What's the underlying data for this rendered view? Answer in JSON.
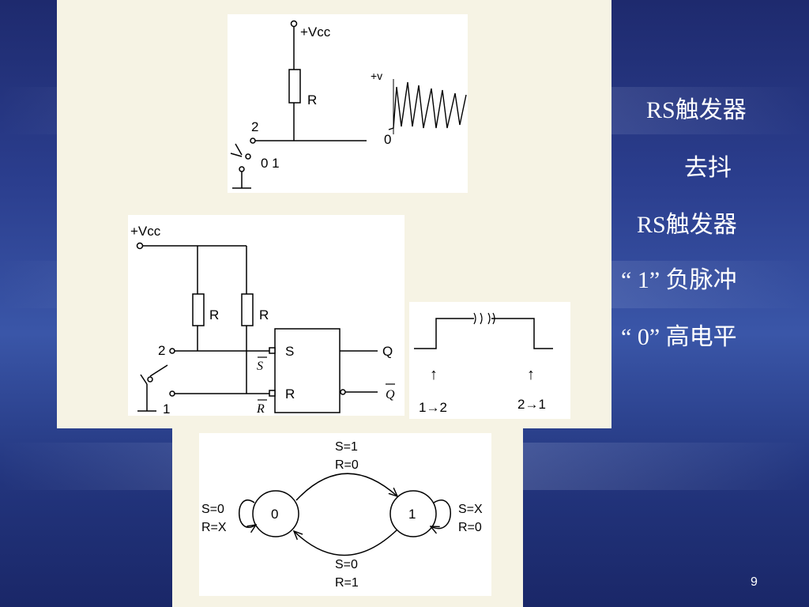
{
  "fig1": {
    "vcc": "+Vcc",
    "resistor": "R",
    "vplus": "+v",
    "zero": "0",
    "pos2": "2",
    "pos01": "0 1"
  },
  "fig2": {
    "vcc": "+Vcc",
    "r1": "R",
    "r2": "R",
    "s_in": "S",
    "r_in": "R",
    "q_out": "Q",
    "qbar_out": "Q",
    "sbar": "S",
    "rbar": "R",
    "pos2": "2",
    "pos1": "1"
  },
  "fig3": {
    "trans1": "1→2",
    "trans2": "2→1",
    "arrow": "↑"
  },
  "state_diagram": {
    "state0": "0",
    "state1": "1",
    "top_s": "S=1",
    "top_r": "R=0",
    "bottom_s": "S=0",
    "bottom_r": "R=1",
    "left_s": "S=0",
    "left_r": "R=X",
    "right_s": "S=X",
    "right_r": "R=0"
  },
  "right_notes": {
    "line1": "RS触发器",
    "line2": "去抖",
    "line3": "RS触发器",
    "line4": "“  1” 负脉冲",
    "line5": "“  0” 高电平"
  },
  "page_number": "9"
}
